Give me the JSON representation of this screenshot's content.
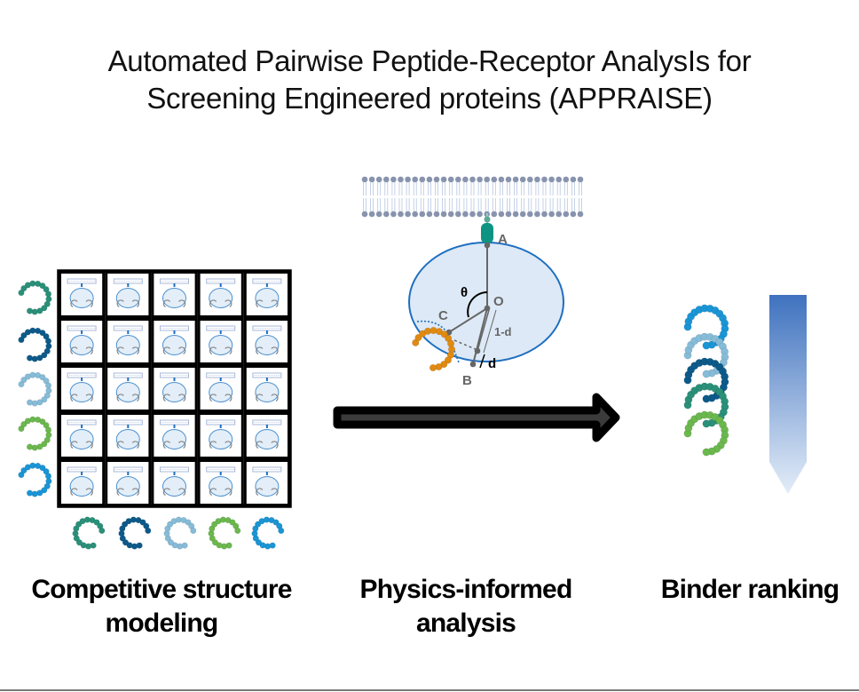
{
  "title": {
    "line1": "Automated Pairwise Peptide-Receptor AnalysIs for",
    "line2": "Screening Engineered proteins (APPRAISE)"
  },
  "panels": [
    {
      "id": "left",
      "label_line1": "Competitive structure",
      "label_line2": "modeling"
    },
    {
      "id": "middle",
      "label_line1": "Physics-informed",
      "label_line2": "analysis"
    },
    {
      "id": "right",
      "label_line1": "Binder ranking",
      "label_line2": ""
    }
  ],
  "diagram": {
    "grid_rows": 5,
    "grid_cols": 5,
    "peptide_colors": [
      "#2a9079",
      "#0d5a8a",
      "#86bcd8",
      "#6bb84e",
      "#1a95d6"
    ],
    "ranked_order_colors": [
      "#1a95d6",
      "#86bcd8",
      "#0d5a8a",
      "#2a9079",
      "#6bb84e"
    ],
    "binder_color": "#e08a12",
    "receptor_fill": "#dde9f6",
    "receptor_stroke": "#1e6fc0",
    "anchor_color": "#0e9482",
    "arrow_color": "#3b3b3b",
    "ranking_gradient": [
      "#3f72bf",
      "#e4edf8"
    ],
    "geometry_labels": {
      "anchor": "A",
      "center": "O",
      "contact": "C",
      "bottom": "B",
      "angle": "θ",
      "depth": "d",
      "depth_complement": "1-d"
    }
  }
}
